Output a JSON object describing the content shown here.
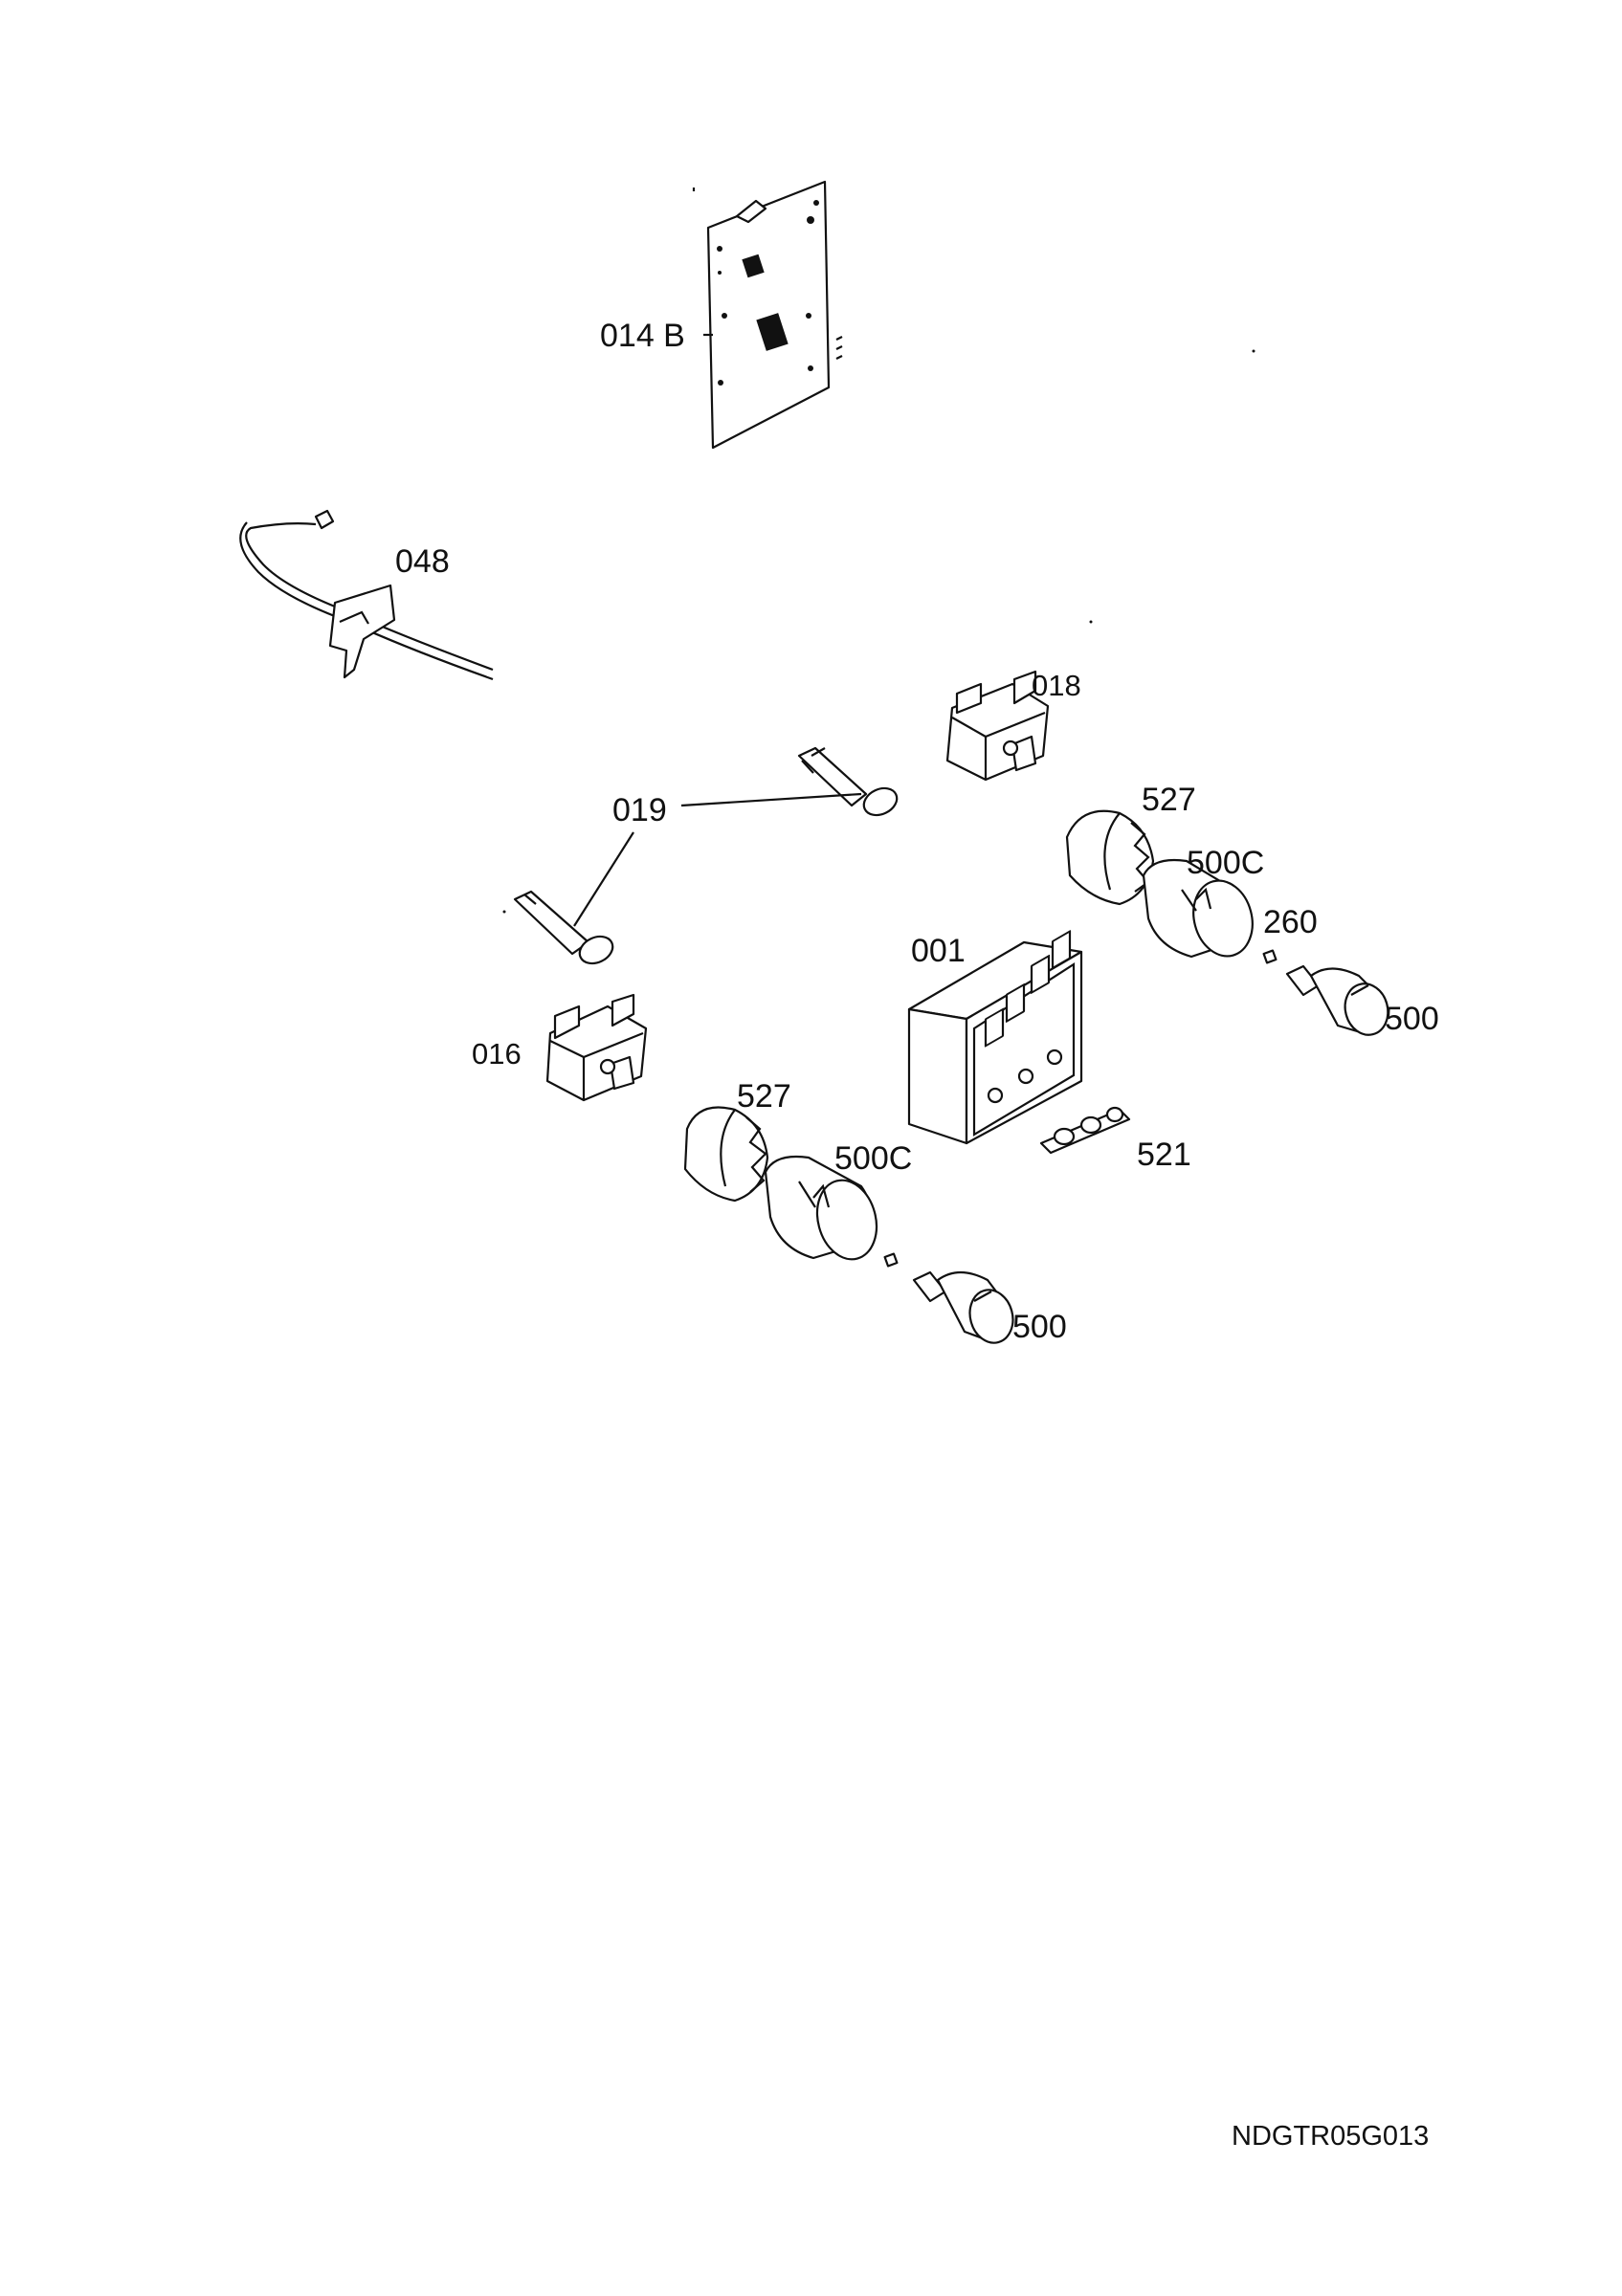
{
  "labels": {
    "pcb": "014 B",
    "cable": "048",
    "switch_right": "018",
    "lamp": "019",
    "switch_left": "016",
    "ring_right": "527",
    "bezel_right": "500C",
    "clip_right": "260",
    "knob_right": "500",
    "timer": "001",
    "ring_left": "527",
    "bezel_left": "500C",
    "spring": "521",
    "knob_left": "500"
  },
  "reference": "NDGTR05G013"
}
